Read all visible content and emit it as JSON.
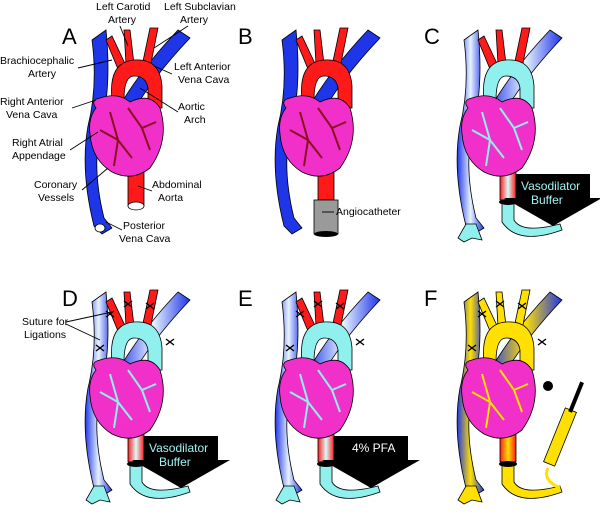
{
  "panels": [
    {
      "letter": "A"
    },
    {
      "letter": "B"
    },
    {
      "letter": "C"
    },
    {
      "letter": "D"
    },
    {
      "letter": "E"
    },
    {
      "letter": "F"
    }
  ],
  "labels": {
    "left_carotid_1": "Left Carotid",
    "left_carotid_2": "Artery",
    "left_subclavian_1": "Left Subclavian",
    "left_subclavian_2": "Artery",
    "brachiocephalic_1": "Brachiocephalic",
    "brachiocephalic_2": "Artery",
    "left_anterior_vc_1": "Left Anterior",
    "left_anterior_vc_2": "Vena Cava",
    "right_anterior_vc_1": "Right Anterior",
    "right_anterior_vc_2": "Vena Cava",
    "aortic_arch_1": "Aortic",
    "aortic_arch_2": "Arch",
    "right_atrial_1": "Right Atrial",
    "right_atrial_2": "Appendage",
    "coronary_1": "Coronary",
    "coronary_2": "Vessels",
    "abdominal_1": "Abdominal",
    "abdominal_2": "Aorta",
    "posterior_vc_1": "Posterior",
    "posterior_vc_2": "Vena Cava",
    "angiocatheter": "Angiocatheter",
    "suture_1": "Suture for",
    "suture_2": "Ligations"
  },
  "arrows": {
    "c_line1": "Vasodilator",
    "c_line2": "Buffer",
    "d_line1": "Vasodilator",
    "d_line2": "Buffer",
    "e_line1": "4% PFA"
  },
  "colors": {
    "artery": "#ff1a1a",
    "vein": "#1f35e8",
    "heart": "#f030c8",
    "coronary_A": "#8b1020",
    "buffer": "#8ff0ee",
    "fixative_yellow": "#ffe000",
    "catheter_gray": "#9a9a9a"
  }
}
